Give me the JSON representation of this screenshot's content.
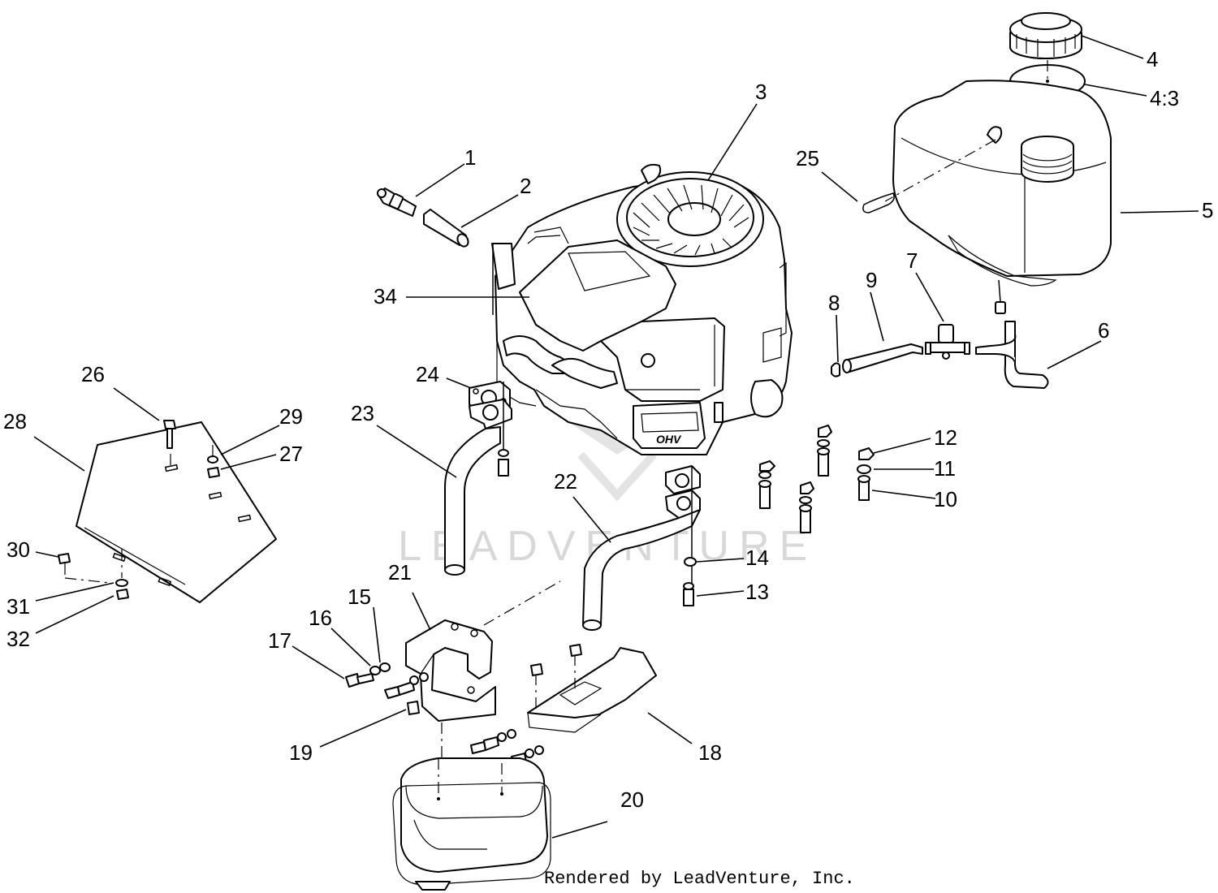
{
  "footer_text": "Rendered by LeadVenture, Inc.",
  "watermark_text": "LEADVENTURE",
  "engine_badge": "OHV",
  "callouts": [
    {
      "id": "1",
      "label": "1"
    },
    {
      "id": "2",
      "label": "2"
    },
    {
      "id": "3",
      "label": "3"
    },
    {
      "id": "4",
      "label": "4"
    },
    {
      "id": "4-3",
      "label": "4:3"
    },
    {
      "id": "5",
      "label": "5"
    },
    {
      "id": "6",
      "label": "6"
    },
    {
      "id": "7",
      "label": "7"
    },
    {
      "id": "8",
      "label": "8"
    },
    {
      "id": "9",
      "label": "9"
    },
    {
      "id": "10",
      "label": "10"
    },
    {
      "id": "11",
      "label": "11"
    },
    {
      "id": "12",
      "label": "12"
    },
    {
      "id": "13",
      "label": "13"
    },
    {
      "id": "14",
      "label": "14"
    },
    {
      "id": "15",
      "label": "15"
    },
    {
      "id": "16",
      "label": "16"
    },
    {
      "id": "17",
      "label": "17"
    },
    {
      "id": "18",
      "label": "18"
    },
    {
      "id": "19",
      "label": "19"
    },
    {
      "id": "20",
      "label": "20"
    },
    {
      "id": "21",
      "label": "21"
    },
    {
      "id": "22",
      "label": "22"
    },
    {
      "id": "23",
      "label": "23"
    },
    {
      "id": "24",
      "label": "24"
    },
    {
      "id": "25",
      "label": "25"
    },
    {
      "id": "26",
      "label": "26"
    },
    {
      "id": "27",
      "label": "27"
    },
    {
      "id": "28",
      "label": "28"
    },
    {
      "id": "29",
      "label": "29"
    },
    {
      "id": "30",
      "label": "30"
    },
    {
      "id": "31",
      "label": "31"
    },
    {
      "id": "32",
      "label": "32"
    },
    {
      "id": "34",
      "label": "34"
    }
  ]
}
